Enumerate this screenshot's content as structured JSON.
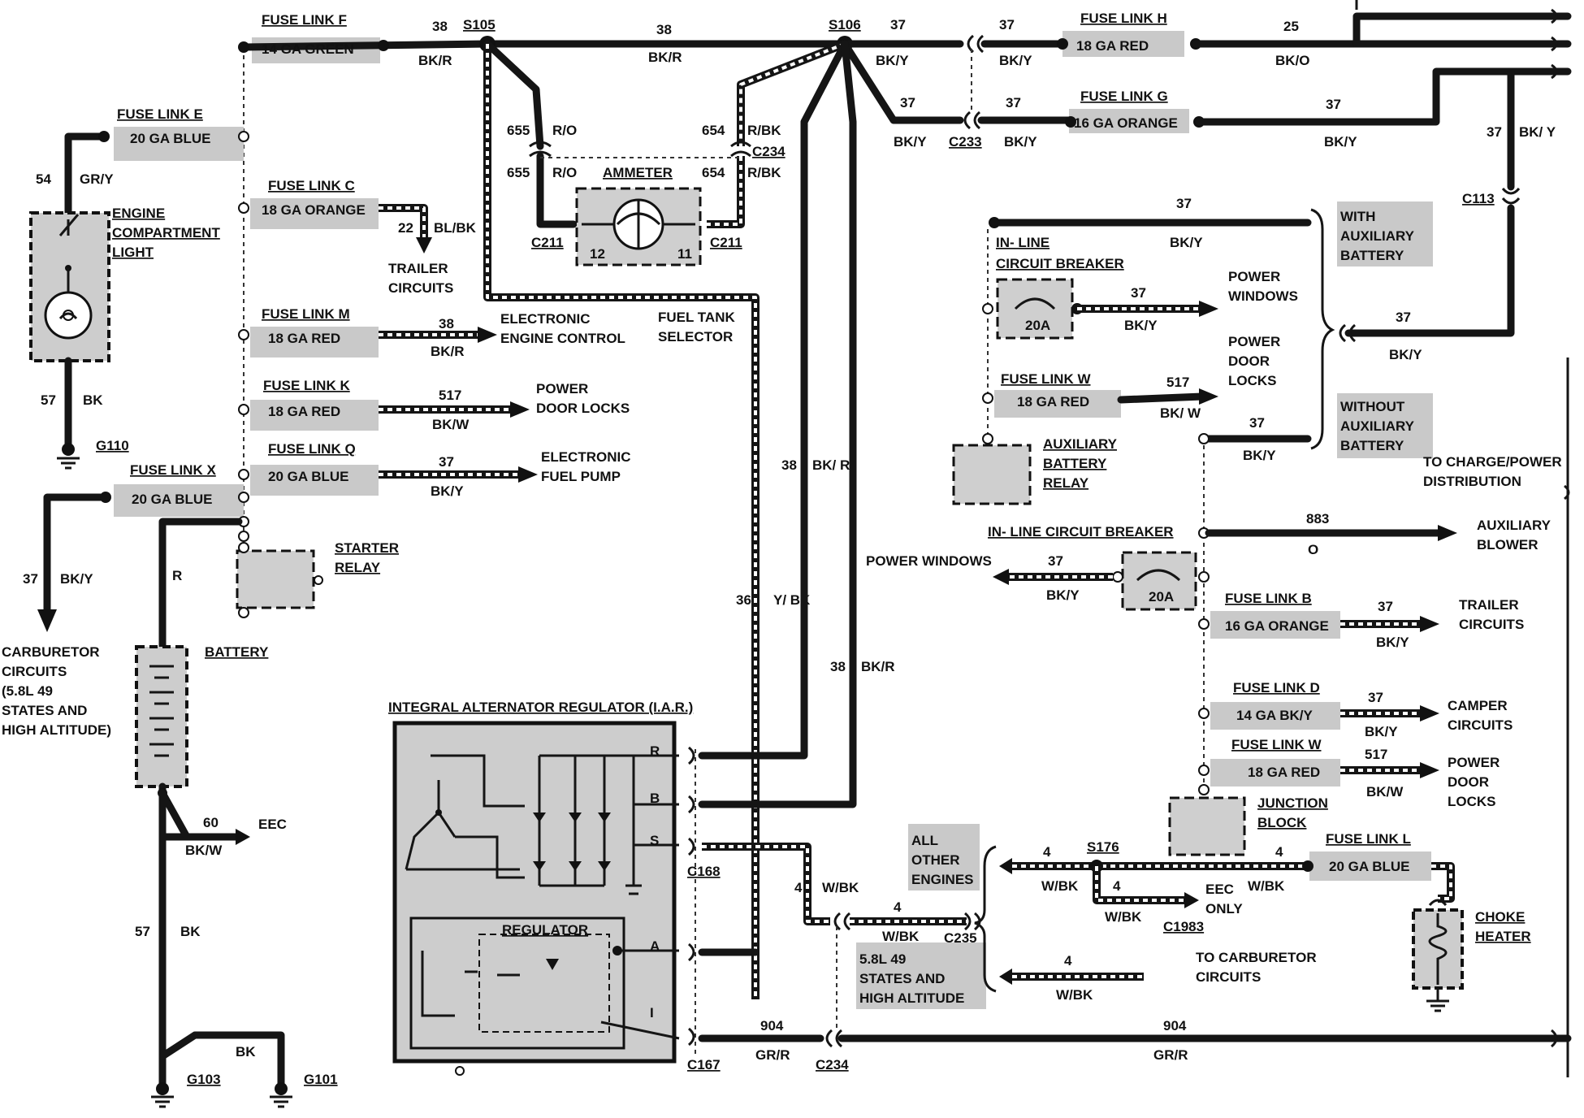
{
  "fuse_links": {
    "f": {
      "title": "FUSE LINK F",
      "spec": "14 GA GREEN"
    },
    "e": {
      "title": "FUSE LINK E",
      "spec": "20 GA BLUE"
    },
    "c": {
      "title": "FUSE LINK C",
      "spec": "18 GA ORANGE"
    },
    "m": {
      "title": "FUSE LINK M",
      "spec": "18 GA RED"
    },
    "k": {
      "title": "FUSE LINK K",
      "spec": "18 GA RED"
    },
    "q": {
      "title": "FUSE LINK Q",
      "spec": "20 GA BLUE"
    },
    "x": {
      "title": "FUSE LINK X",
      "spec": "20 GA BLUE"
    },
    "h": {
      "title": "FUSE LINK H",
      "spec": "18 GA RED"
    },
    "g": {
      "title": "FUSE LINK G",
      "spec": "16 GA ORANGE"
    },
    "w1": {
      "title": "FUSE LINK W",
      "spec": "18 GA RED"
    },
    "b": {
      "title": "FUSE LINK B",
      "spec": "16 GA ORANGE"
    },
    "d": {
      "title": "FUSE LINK D",
      "spec": "14 GA BK/Y"
    },
    "w2": {
      "title": "FUSE LINK W",
      "spec": "18 GA RED"
    },
    "l": {
      "title": "FUSE LINK L",
      "spec": "20 GA BLUE"
    }
  },
  "splices": {
    "s105": "S105",
    "s106": "S106",
    "s176": "S176"
  },
  "connectors": {
    "c234_top": "C234",
    "c211_left": "C211",
    "c211_right": "C211",
    "c233": "C233",
    "c113": "C113",
    "c168": "C168",
    "c167": "C167",
    "c234_bottom": "C234",
    "c235": "C235",
    "c1983": "C1983"
  },
  "grounds": {
    "g110": "G110",
    "g103": "G103",
    "g101": "G101"
  },
  "components": {
    "ammeter": "AMMETER",
    "ammeter_pin_left": "12",
    "ammeter_pin_right": "11",
    "engine_light": [
      "ENGINE",
      "COMPARTMENT",
      "LIGHT"
    ],
    "starter_relay": [
      "STARTER",
      "RELAY"
    ],
    "battery": "BATTERY",
    "iar_title": "INTEGRAL ALTERNATOR REGULATOR (I.A.R.)",
    "regulator": "REGULATOR",
    "iar_pins": [
      "R",
      "B",
      "S",
      "A",
      "I"
    ],
    "aux_relay": [
      "AUXILIARY",
      "BATTERY",
      "RELAY"
    ],
    "breaker1": [
      "IN- LINE",
      "CIRCUIT BREAKER"
    ],
    "breaker1_rating": "20A",
    "breaker2": "IN- LINE CIRCUIT BREAKER",
    "breaker2_rating": "20A",
    "junction_block": [
      "JUNCTION",
      "BLOCK"
    ],
    "choke_heater": [
      "CHOKE",
      "HEATER"
    ]
  },
  "destinations": {
    "trailer_top": [
      "TRAILER",
      "CIRCUITS"
    ],
    "eec": [
      "ELECTRONIC",
      "ENGINE CONTROL"
    ],
    "fuel_tank": [
      "FUEL TANK",
      "SELECTOR"
    ],
    "door_locks_left": [
      "POWER",
      "DOOR LOCKS"
    ],
    "fuel_pump": [
      "ELECTRONIC",
      "FUEL PUMP"
    ],
    "carb_left": [
      "CARBURETOR",
      "CIRCUITS",
      "(5.8L 49",
      "STATES AND",
      "HIGH ALTITUDE)"
    ],
    "eec_small": "EEC",
    "power_windows_right": [
      "POWER",
      "WINDOWS"
    ],
    "power_door_locks_right": [
      "POWER",
      "DOOR",
      "LOCKS"
    ],
    "with_aux": [
      "WITH",
      "AUXILIARY",
      "BATTERY"
    ],
    "without_aux": [
      "WITHOUT",
      "AUXILIARY",
      "BATTERY"
    ],
    "charge_dist": [
      "TO CHARGE/POWER",
      "DISTRIBUTION"
    ],
    "aux_blower": [
      "AUXILIARY",
      "BLOWER"
    ],
    "power_windows_left": "POWER WINDOWS",
    "trailer_right": [
      "TRAILER",
      "CIRCUITS"
    ],
    "camper": [
      "CAMPER",
      "CIRCUITS"
    ],
    "door_locks_bottom": [
      "POWER",
      "DOOR",
      "LOCKS"
    ],
    "all_other": [
      "ALL",
      "OTHER",
      "ENGINES"
    ],
    "eec_only": [
      "EEC",
      "ONLY"
    ],
    "carb_bottom": [
      "TO CARBURETOR",
      "CIRCUITS"
    ],
    "states_bottom": [
      "5.8L 49",
      "STATES AND",
      "HIGH ALTITUDE"
    ]
  },
  "wires": {
    "w38_top": "38",
    "w38_top_color": "BK/R",
    "w38_mid": "38",
    "w38_mid_color": "BK/R",
    "w37_s106": "37",
    "w37_s106_color": "BK/Y",
    "w37_h_left": "37",
    "w37_h_left_color": "BK/Y",
    "w25": "25",
    "w25_color": "BK/O",
    "w37_c233": "37",
    "w37_c233_color": "BK/Y",
    "w37_g_left": "37",
    "w37_g_left_color": "BK/Y",
    "w37_g_right": "37",
    "w37_g_right_color": "BK/Y",
    "w655a": "655",
    "w655a_color": "R/O",
    "w655b": "655",
    "w655b_color": "R/O",
    "w654a": "654",
    "w654a_color": "R/BK",
    "w654b": "654",
    "w654b_color": "R/BK",
    "w54": "54",
    "w54_color": "GR/Y",
    "w22": "22",
    "w22_color": "BL/BK",
    "w38_m": "38",
    "w38_m_color": "BK/R",
    "w517_k": "517",
    "w517_k_color": "BK/W",
    "w37_q": "37",
    "w37_q_color": "BK/Y",
    "w57_light": "57",
    "w57_light_color": "BK",
    "w37_x": "37",
    "w37_x_color": "BK/Y",
    "w_r": "R",
    "w60": "60",
    "w60_color": "BK/W",
    "w57_batt": "57",
    "w57_batt_color": "BK",
    "w_bk_ground": "BK",
    "w36": "36",
    "w36_color": "Y/ BK",
    "w38_vert": "38",
    "w38_vert_color": "BK/ R",
    "w38_vert2": "38",
    "w38_vert2_color": "BK/R",
    "w37_withaux": "37",
    "w37_withaux_color": "BK/Y",
    "w37_breaker1": "37",
    "w37_breaker1_color": "BK/Y",
    "w517_w1": "517",
    "w517_w1_color": "BK/ W",
    "w37_relay": "37",
    "w37_relay_color": "BK/Y",
    "w37_c113": "37",
    "w37_c113_color": "BK/ Y",
    "w37_charge": "37",
    "w37_charge_color": "BK/Y",
    "w883": "883",
    "w883_color": "O",
    "w37_pw": "37",
    "w37_pw_color": "BK/Y",
    "w37_b": "37",
    "w37_b_color": "BK/Y",
    "w37_d": "37",
    "w37_d_color": "BK/Y",
    "w517_w2": "517",
    "w517_w2_color": "BK/W",
    "w4_iar": "4",
    "w4_iar_color": "W/BK",
    "w4_c235": "4",
    "w4_c235_color": "W/BK",
    "w4_s176l": "4",
    "w4_s176l_color": "W/BK",
    "w4_s176r": "4",
    "w4_s176r_color": "W/BK",
    "w4_eec": "4",
    "w4_eec_color": "W/BK",
    "w4_carb": "4",
    "w4_carb_color": "W/BK",
    "w904_left": "904",
    "w904_left_color": "GR/R",
    "w904_right": "904",
    "w904_right_color": "GR/R"
  }
}
